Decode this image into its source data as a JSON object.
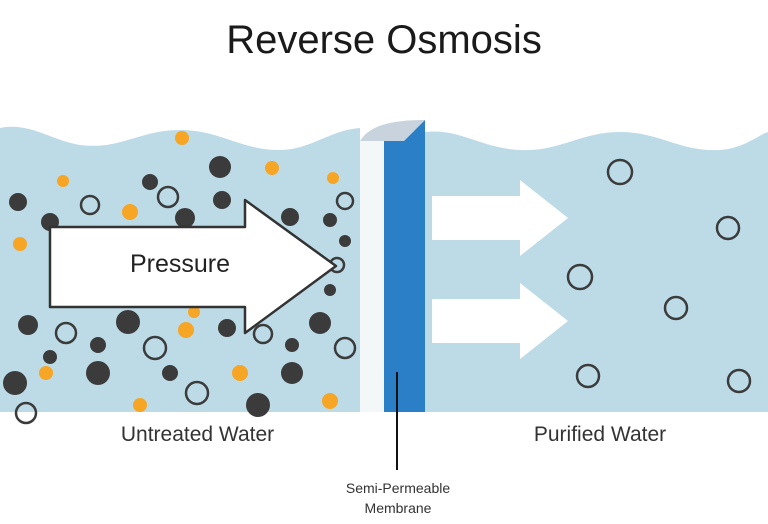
{
  "title": "Reverse Osmosis",
  "labels": {
    "pressure": "Pressure",
    "left_side": "Untreated Water",
    "right_side": "Purified Water",
    "membrane_line1": "Semi-Permeable",
    "membrane_line2": "Membrane"
  },
  "colors": {
    "water": "#bddbe6",
    "membrane_front": "#f4f7f8",
    "membrane_blue": "#2a7fc6",
    "membrane_top": "#c9d3dd",
    "dark_particle": "#3b3b3b",
    "orange_particle": "#f6a524",
    "arrow_fill": "#ffffff",
    "arrow_stroke": "#333333",
    "text": "#333333"
  }
}
